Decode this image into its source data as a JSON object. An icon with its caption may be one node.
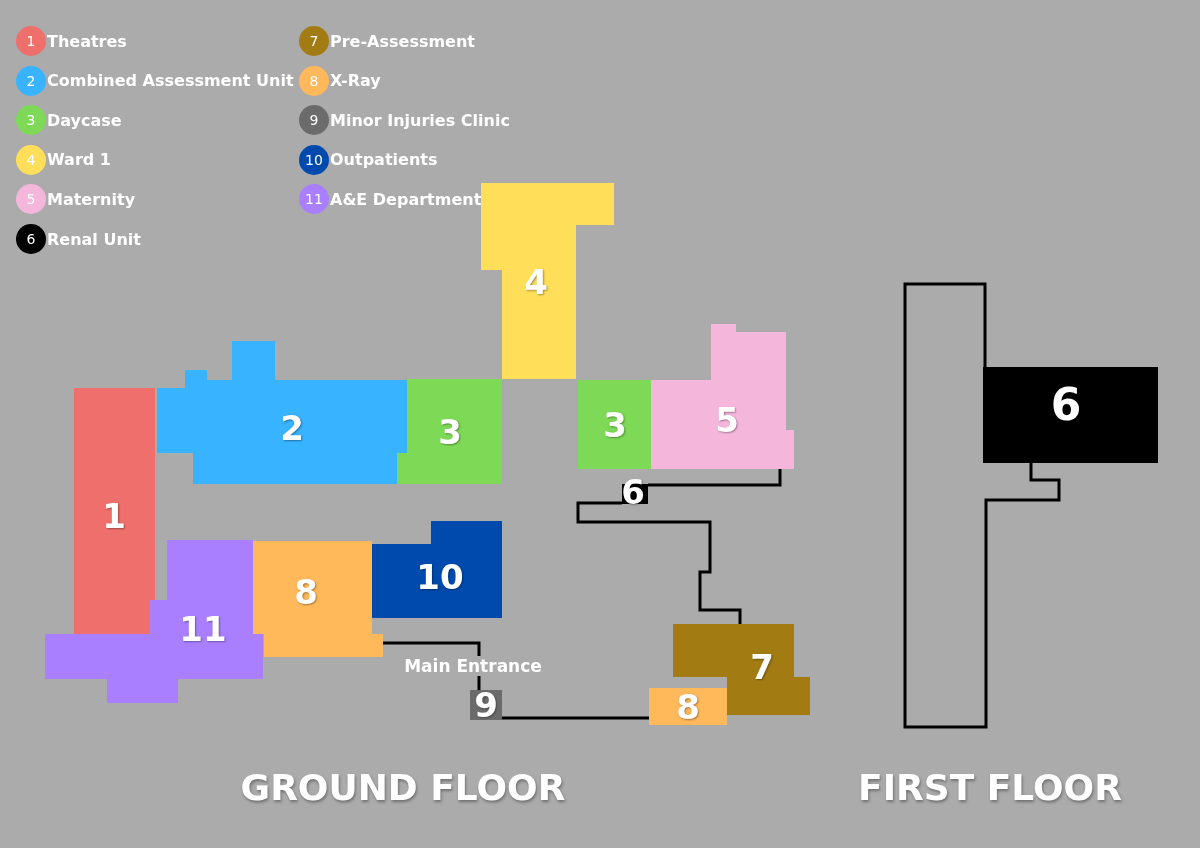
{
  "diagram": {
    "nodes": [
      {
        "text": [
          "4"
        ]
      },
      {
        "text": [
          "2"
        ]
      },
      {
        "text": [
          "3"
        ]
      },
      {
        "text": [
          "3"
        ]
      },
      {
        "text": [
          "5"
        ]
      },
      {
        "text": [
          "1"
        ]
      },
      {
        "text": [
          "6"
        ]
      },
      {
        "text": [
          "10"
        ]
      },
      {
        "text": [
          "8"
        ]
      },
      {
        "text": [
          "11"
        ]
      },
      {
        "text": [
          "7"
        ]
      },
      {
        "text": [
          "9"
        ]
      },
      {
        "text": [
          "8"
        ]
      },
      {
        "text": [
          "6"
        ]
      }
    ],
    "edges": [
      {
        "from": 6,
        "to": 4,
        "arrow": "none"
      },
      {
        "from": 6,
        "to": 10,
        "arrow": "none"
      },
      {
        "from": 8,
        "to": 11,
        "arrow": "none"
      },
      {
        "from": 11,
        "to": 12,
        "arrow": "none"
      }
    ],
    "labels": [
      "1",
      "2",
      "3",
      "4",
      "5",
      "6",
      "7",
      "8",
      "9",
      "10",
      "11",
      "Main Entrance",
      "GROUND FLOOR",
      "FIRST FLOOR"
    ],
    "legend": [
      {
        "text": "Theatres",
        "color": "#ee6f6c"
      },
      {
        "text": "Combined Assessment Unit",
        "color": "#38b3ff"
      },
      {
        "text": "Daycase",
        "color": "#7ed957"
      },
      {
        "text": "Ward 1",
        "color": "#ffde59"
      },
      {
        "text": "Maternity",
        "color": "#f5b6dc"
      },
      {
        "text": "Renal Unit",
        "color": "#000000"
      },
      {
        "text": "Pre-Assessment",
        "color": "#a27c13"
      },
      {
        "text": "X-Ray",
        "color": "#ffb85a"
      },
      {
        "text": "Minor Injuries Clinic",
        "color": "#6b6b6b"
      },
      {
        "text": "Outpatients",
        "color": "#004aad"
      },
      {
        "text": "A&E Department",
        "color": "#a97fff"
      }
    ]
  }
}
